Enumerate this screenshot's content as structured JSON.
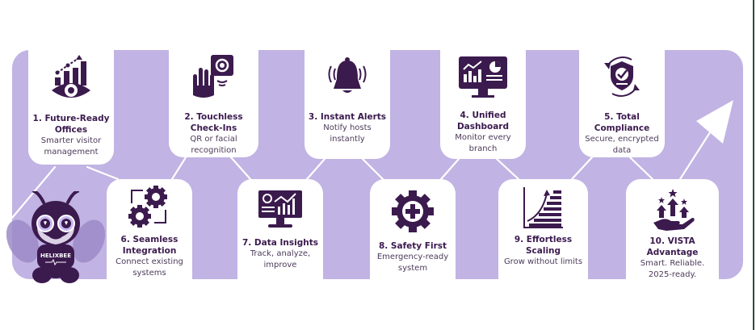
{
  "diagram": {
    "background_color": "#c1b3e3",
    "card_color": "#ffffff",
    "icon_color": "#3b1a4e",
    "text_color": "#3b1a4e",
    "top_row": [
      {
        "number": "1",
        "title": "1. Future-Ready Offices",
        "description": "Smarter visitor management",
        "icon": "growth-eye-icon"
      },
      {
        "number": "2",
        "title": "2. Touchless Check-Ins",
        "description": "QR or facial recognition",
        "icon": "touchless-hand-icon"
      },
      {
        "number": "3",
        "title": "3. Instant Alerts",
        "description": "Notify hosts instantly",
        "icon": "ringing-bell-icon"
      },
      {
        "number": "4",
        "title": "4. Unified Dashboard",
        "description": "Monitor every branch",
        "icon": "monitor-dashboard-icon"
      },
      {
        "number": "5",
        "title": "5. Total Compliance",
        "description": "Secure, encrypted data",
        "icon": "shield-check-icon"
      }
    ],
    "bottom_row": [
      {
        "number": "6",
        "title": "6. Seamless Integration",
        "description": "Connect existing systems",
        "icon": "gears-sync-icon"
      },
      {
        "number": "7",
        "title": "7. Data Insights",
        "description": "Track, analyze, improve",
        "icon": "analytics-monitor-icon"
      },
      {
        "number": "8",
        "title": "8. Safety First",
        "description": "Emergency-ready system",
        "icon": "safety-gear-cross-icon"
      },
      {
        "number": "9",
        "title": "9. Effortless Scaling",
        "description": "Grow without limits",
        "icon": "scaling-stairs-icon"
      },
      {
        "number": "10",
        "title": "10. VISTA Advantage",
        "description": "Smart. Reliable. 2025-ready.",
        "icon": "hand-arrows-stars-icon"
      }
    ],
    "mascot": {
      "label": "HELIXBEE"
    },
    "trend_arrow": "up-right"
  }
}
